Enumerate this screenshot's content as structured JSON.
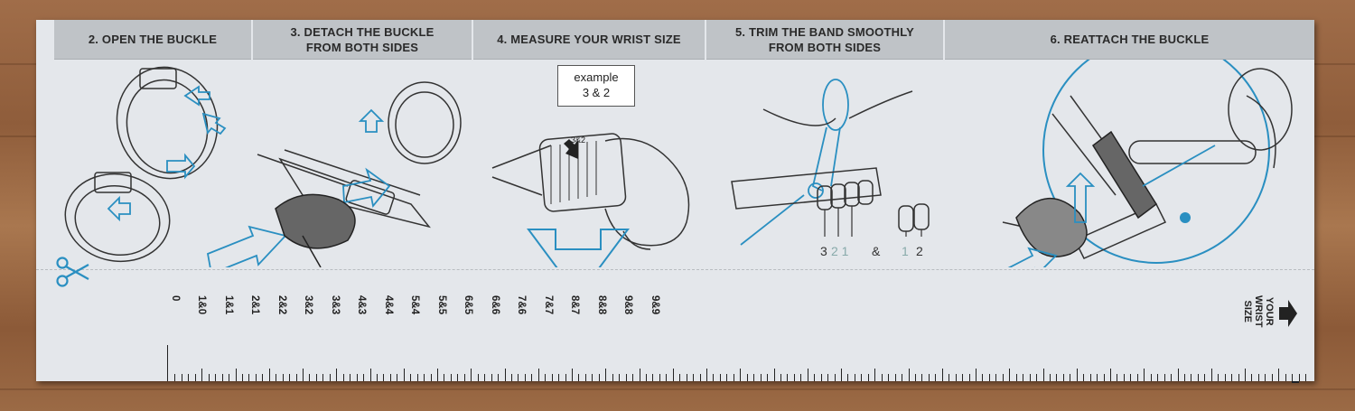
{
  "headers": [
    {
      "text": "2. OPEN THE BUCKLE"
    },
    {
      "text": "3. DETACH THE BUCKLE\nFROM BOTH SIDES"
    },
    {
      "text": "4. MEASURE YOUR WRIST SIZE"
    },
    {
      "text": "5. TRIM THE BAND SMOOTHLY\nFROM BOTH SIDES"
    },
    {
      "text": "6. REATTACH THE BUCKLE"
    }
  ],
  "example": {
    "label": "example",
    "value": "3 & 2",
    "strap_text": "3&2"
  },
  "trim": {
    "left_light": "2 1",
    "left_dark": "3",
    "amp": "&",
    "right_light": "1",
    "right_dark": "2"
  },
  "size_labels": [
    "0",
    "1&0",
    "1&1",
    "2&1",
    "2&2",
    "3&2",
    "3&3",
    "4&3",
    "4&4",
    "5&4",
    "5&5",
    "6&5",
    "6&6",
    "7&6",
    "7&7",
    "8&7",
    "8&8",
    "9&8",
    "9&9"
  ],
  "wrist_label": "YOUR\nWRIST\nSIZE",
  "colors": {
    "accent": "#2a8fc1",
    "header_bg": "#bfc3c7",
    "card_bg": "#e4e7eb",
    "ink": "#222222"
  }
}
